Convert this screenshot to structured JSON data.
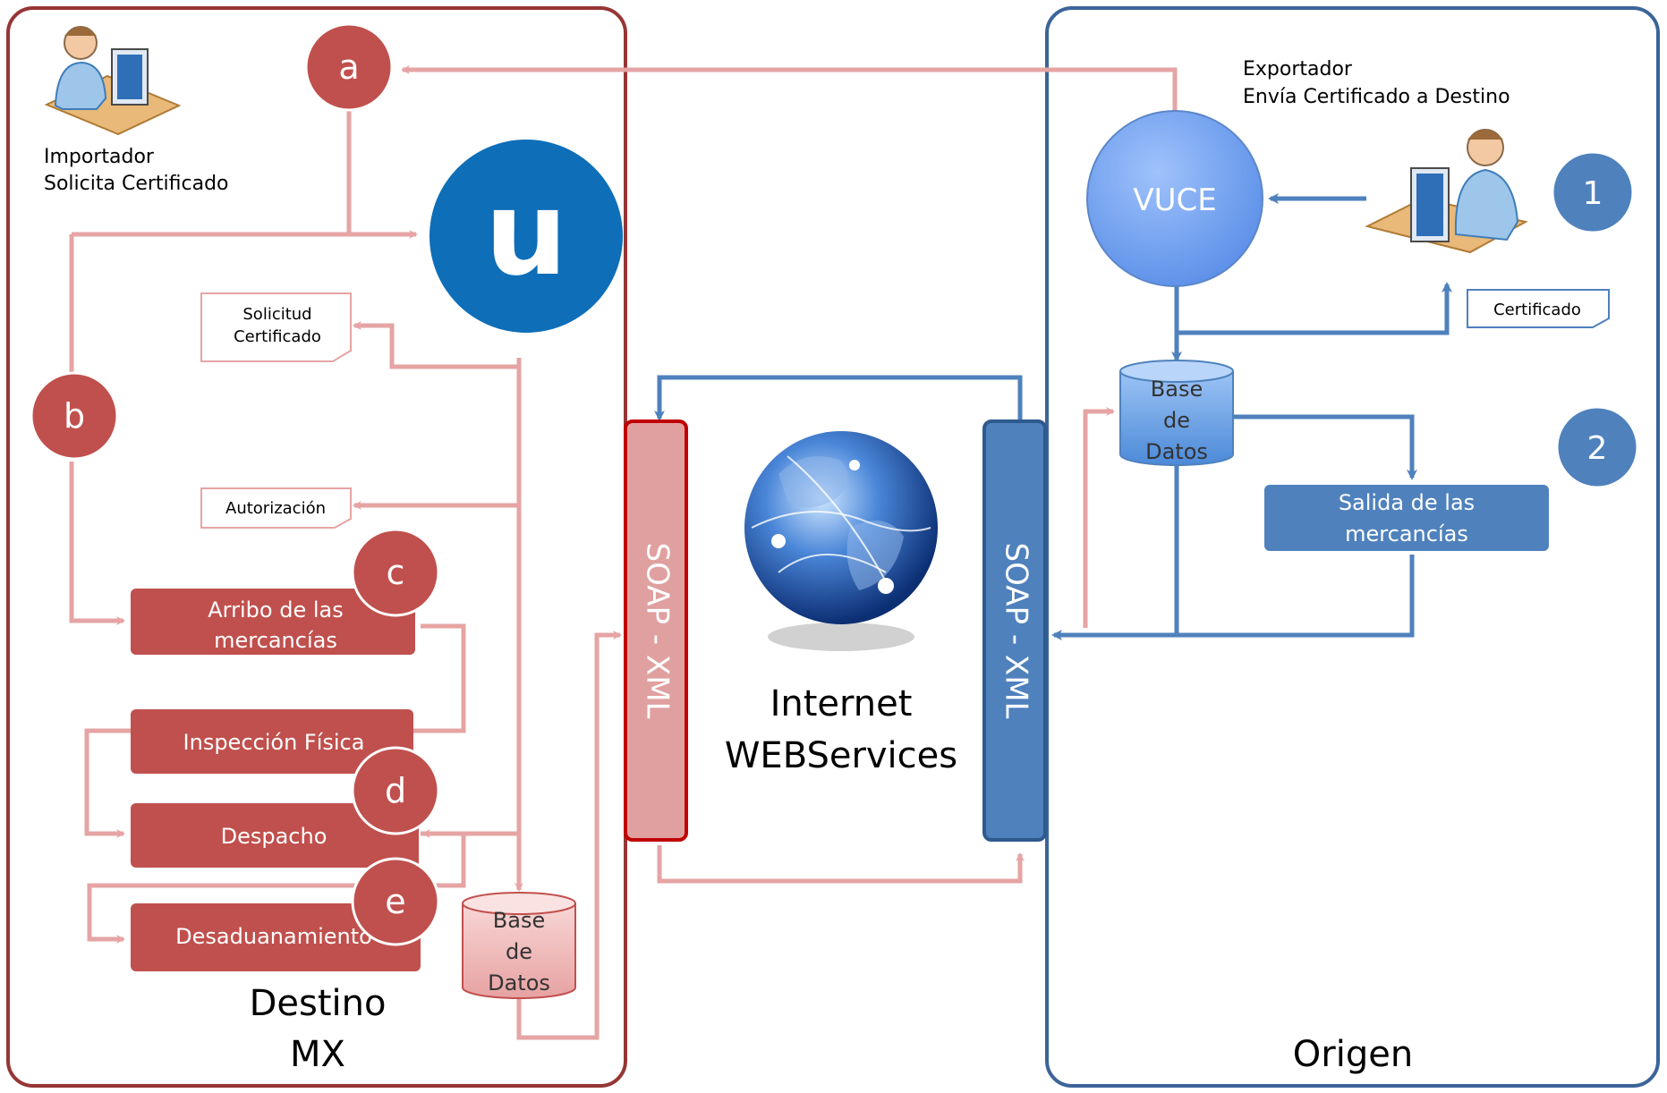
{
  "regions": {
    "destino": {
      "line1": "Destino",
      "line2": "MX"
    },
    "origen": {
      "label": "Origen"
    }
  },
  "actors": {
    "importador": {
      "line1": "Importador",
      "line2": "Solicita Certificado"
    },
    "exportador": {
      "line1": "Exportador",
      "line2": "Envía Certificado a Destino"
    }
  },
  "steps": {
    "a": "a",
    "b": "b",
    "c": "c",
    "d": "d",
    "e": "e",
    "one": "1",
    "two": "2"
  },
  "nodes": {
    "vuce": "VUCE",
    "ventanilla_logo": "u",
    "db_origen": [
      "Base",
      "de",
      "Datos"
    ],
    "db_destino": [
      "Base",
      "de",
      "Datos"
    ],
    "salida": [
      "Salida de las",
      "mercancías"
    ],
    "arribo": [
      "Arribo de las",
      "mercancías"
    ],
    "inspeccion": "Inspección Física",
    "despacho": "Despacho",
    "desaduanamiento": "Desaduanamiento"
  },
  "documents": {
    "solicitud": [
      "Solicitud",
      "Certificado"
    ],
    "autorizacion": "Autorización",
    "certificado": "Certificado"
  },
  "soap": {
    "left": "SOAP - XML",
    "right": "SOAP - XML"
  },
  "internet": {
    "line1": "Internet",
    "line2": "WEBServices"
  },
  "colors": {
    "destino_border": "#963634",
    "origen_border": "#3b6499",
    "red_box": "#c0504d",
    "pink_line": "#e6a4a4",
    "blue_box": "#4f81bd",
    "blue_circle": "#6d9eeb",
    "logo_blue": "#0e6eb8"
  }
}
